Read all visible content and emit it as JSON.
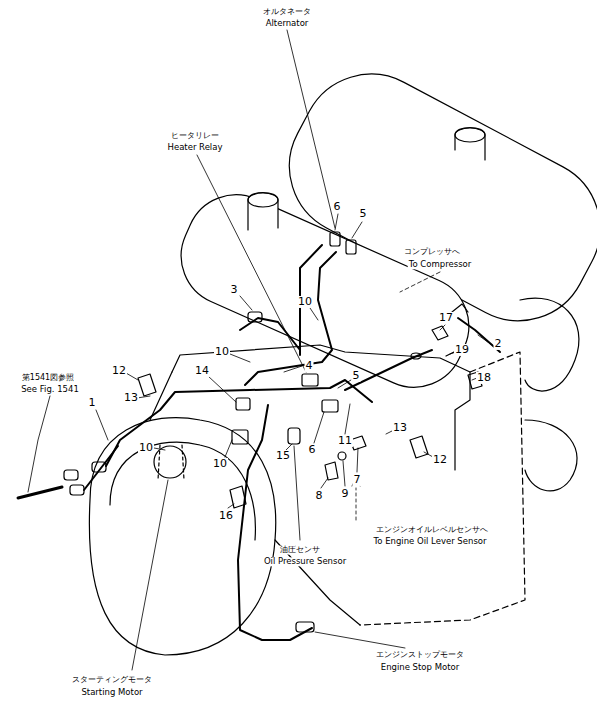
{
  "diagram": {
    "labels": [
      "オルタネータ",
      "Alternator",
      "ヒータリレー",
      "Heater Relay",
      "コンプレッサへ",
      "To Compressor",
      "第1541図参照",
      "See Fig. 1541",
      "油圧センサ",
      "Oil Pressure Sensor",
      "エンジンオイルレベルセンサへ",
      "To Engine Oil Lever Sensor",
      "スターティングモータ",
      "Starting Motor",
      "エンジンストップモータ",
      "Engine Stop Motor",
      "6",
      "5",
      "3",
      "10",
      "17",
      "2",
      "10",
      "4",
      "19",
      "18",
      "5",
      "12",
      "14",
      "13",
      "1",
      "13",
      "10",
      "10",
      "15",
      "6",
      "11",
      "12",
      "7",
      "9",
      "8",
      "16"
    ]
  }
}
